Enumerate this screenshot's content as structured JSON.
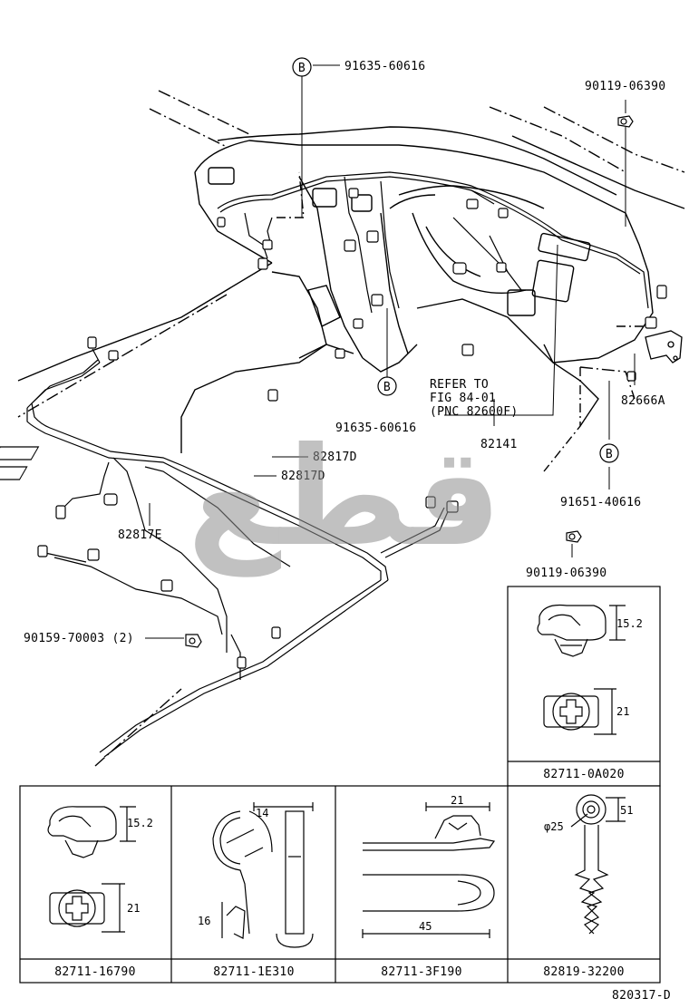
{
  "labels": {
    "top_b": "91635-60616",
    "top_right": "90119-06390",
    "mid_b": "91635-60616",
    "refer_line1": "REFER TO",
    "refer_line2": "FIG 84-01",
    "refer_line3": "(PNC 82600F)",
    "part_82141": "82141",
    "part_82666a": "82666A",
    "right_b": "91651-40616",
    "right_lower": "90119-06390",
    "part_82817d_a": "82817D",
    "part_82817d_b": "82817D",
    "part_82817e": "82817E",
    "left_bolt": "90159-70003 (2)",
    "circle_b": "B"
  },
  "watermark": "قطع",
  "detail_boxes": {
    "right_clip": {
      "caption": "82711-0A020",
      "dim_h": "15.2",
      "dim_w": "21"
    },
    "box1": {
      "caption": "82711-16790",
      "dim_h": "15.2",
      "dim_w": "21"
    },
    "box2": {
      "caption": "82711-1E310",
      "dim_w": "14",
      "dim_h": "16"
    },
    "box3": {
      "caption": "82711-3F190",
      "dim_top": "21",
      "dim_bottom": "45"
    },
    "box4": {
      "caption": "82819-32200",
      "dim_dia": "φ25",
      "dim_h": "51"
    }
  },
  "drawing_id": "820317-D"
}
